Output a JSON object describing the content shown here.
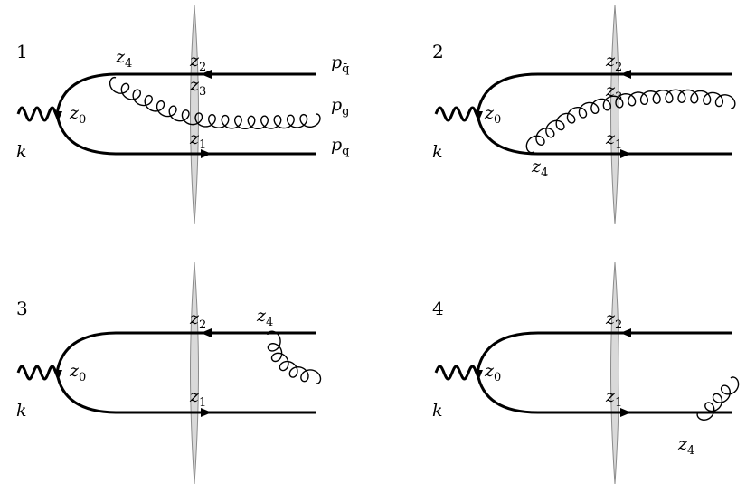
{
  "colors": {
    "line": "#000000",
    "shockwave_fill": "#d9d9d9",
    "shockwave_stroke": "#8a8a8a",
    "background": "#ffffff"
  },
  "panels": [
    {
      "number": "1",
      "photon_label": {
        "main": "k"
      },
      "vertex_labels": [
        {
          "id": "z0",
          "main": "z",
          "sub": "0"
        },
        {
          "id": "z1",
          "main": "z",
          "sub": "1"
        },
        {
          "id": "z2",
          "main": "z",
          "sub": "2"
        },
        {
          "id": "z3",
          "main": "z",
          "sub": "3"
        },
        {
          "id": "z4",
          "main": "z",
          "sub": "4"
        }
      ],
      "momentum_labels": [
        {
          "id": "p_qbar",
          "main": "p",
          "sub": "q̄"
        },
        {
          "id": "p_g",
          "main": "p",
          "sub": "g"
        },
        {
          "id": "p_q",
          "main": "p",
          "sub": "q"
        }
      ],
      "gluon": "antiquark-emission-through-shockwave"
    },
    {
      "number": "2",
      "photon_label": {
        "main": "k"
      },
      "vertex_labels": [
        {
          "id": "z0",
          "main": "z",
          "sub": "0"
        },
        {
          "id": "z1",
          "main": "z",
          "sub": "1"
        },
        {
          "id": "z2",
          "main": "z",
          "sub": "2"
        },
        {
          "id": "z3",
          "main": "z",
          "sub": "3"
        },
        {
          "id": "z4",
          "main": "z",
          "sub": "4"
        }
      ],
      "gluon": "quark-emission-through-shockwave"
    },
    {
      "number": "3",
      "photon_label": {
        "main": "k"
      },
      "vertex_labels": [
        {
          "id": "z0",
          "main": "z",
          "sub": "0"
        },
        {
          "id": "z1",
          "main": "z",
          "sub": "1"
        },
        {
          "id": "z2",
          "main": "z",
          "sub": "2"
        },
        {
          "id": "z4",
          "main": "z",
          "sub": "4"
        }
      ],
      "gluon": "antiquark-emission-after-shockwave"
    },
    {
      "number": "4",
      "photon_label": {
        "main": "k"
      },
      "vertex_labels": [
        {
          "id": "z0",
          "main": "z",
          "sub": "0"
        },
        {
          "id": "z1",
          "main": "z",
          "sub": "1"
        },
        {
          "id": "z2",
          "main": "z",
          "sub": "2"
        },
        {
          "id": "z4",
          "main": "z",
          "sub": "4"
        }
      ],
      "gluon": "quark-emission-after-shockwave"
    }
  ]
}
